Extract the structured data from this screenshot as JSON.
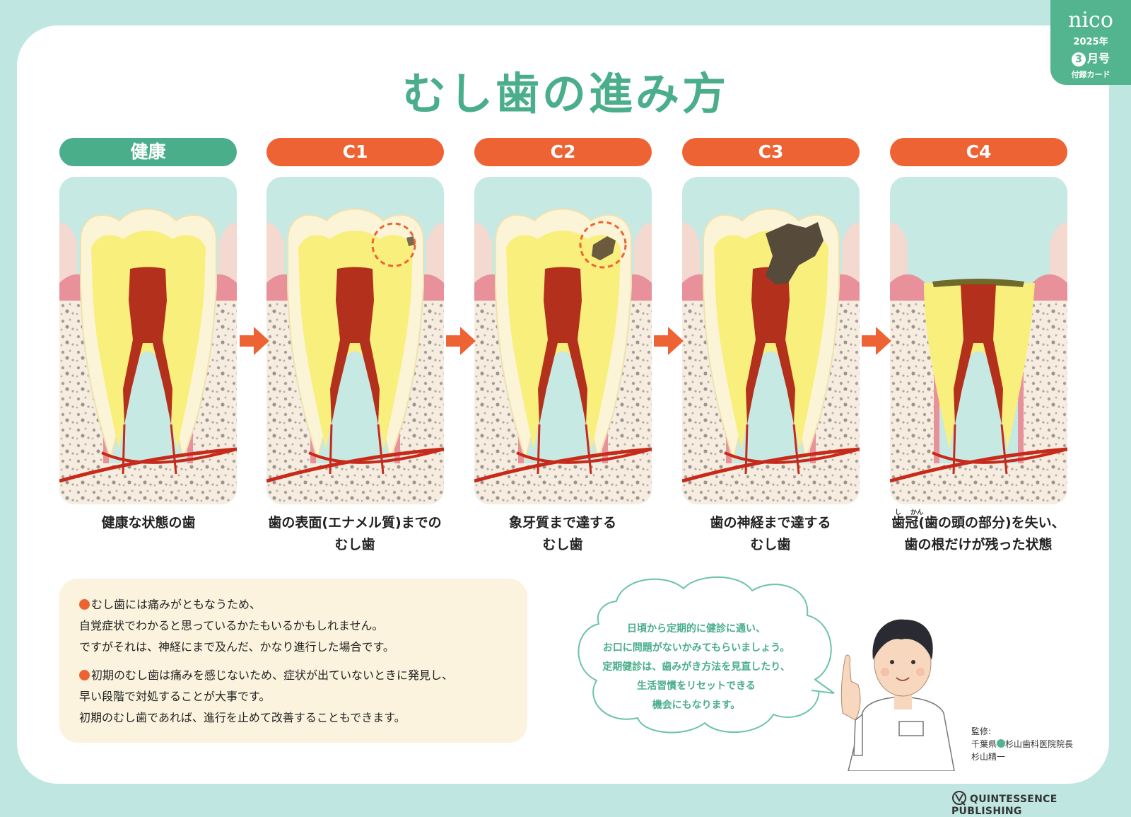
{
  "issue_tab": {
    "brand": "nico",
    "year": "2025年",
    "month_number": "3",
    "month_suffix": "月号",
    "subtitle": "付録カード"
  },
  "title": "むし歯の進み方",
  "stages": [
    {
      "label": "健康",
      "color": "#4aae8a"
    },
    {
      "label": "C1",
      "color": "#ee6333"
    },
    {
      "label": "C2",
      "color": "#ee6333"
    },
    {
      "label": "C3",
      "color": "#ee6333"
    },
    {
      "label": "C4",
      "color": "#ee6333"
    }
  ],
  "captions": [
    [
      "健康な状態の歯"
    ],
    [
      "歯の表面(エナメル質)までの",
      "むし歯"
    ],
    [
      "象牙質まで達する",
      "むし歯"
    ],
    [
      "歯の神経まで達する",
      "むし歯"
    ],
    [
      "歯冠(歯の頭の部分)を失い、",
      "歯の根だけが残った状態"
    ]
  ],
  "caption_ruby": {
    "shi": "し",
    "kan": "かん"
  },
  "info": {
    "p1": [
      "むし歯には痛みがともなうため、",
      "自覚症状でわかると思っているかたもいるかもしれません。",
      "ですがそれは、神経にまで及んだ、かなり進行した場合です。"
    ],
    "p2": [
      "初期のむし歯は痛みを感じないため、症状が出ていないときに発見し、",
      "早い段階で対処することが大事です。",
      "初期のむし歯であれば、進行を止めて改善することもできます。"
    ]
  },
  "speech_bubble": [
    "日頃から定期的に健診に通い、",
    "お口に問題がないかみてもらいましょう。",
    "定期健診は、歯みがき方法を見直したり、",
    "生活習慣をリセットできる",
    "機会にもなります。"
  ],
  "supervision": {
    "label": "監修:",
    "prefecture": "千葉県",
    "clinic": "杉山歯科医院院長",
    "name": "杉山精一"
  },
  "publisher": "QUINTESSENCE PUBLISHING",
  "colors": {
    "accent_green": "#4aae8a",
    "accent_orange": "#ee6333",
    "background": "#bfe6e1",
    "info_box": "#fbf3de"
  }
}
